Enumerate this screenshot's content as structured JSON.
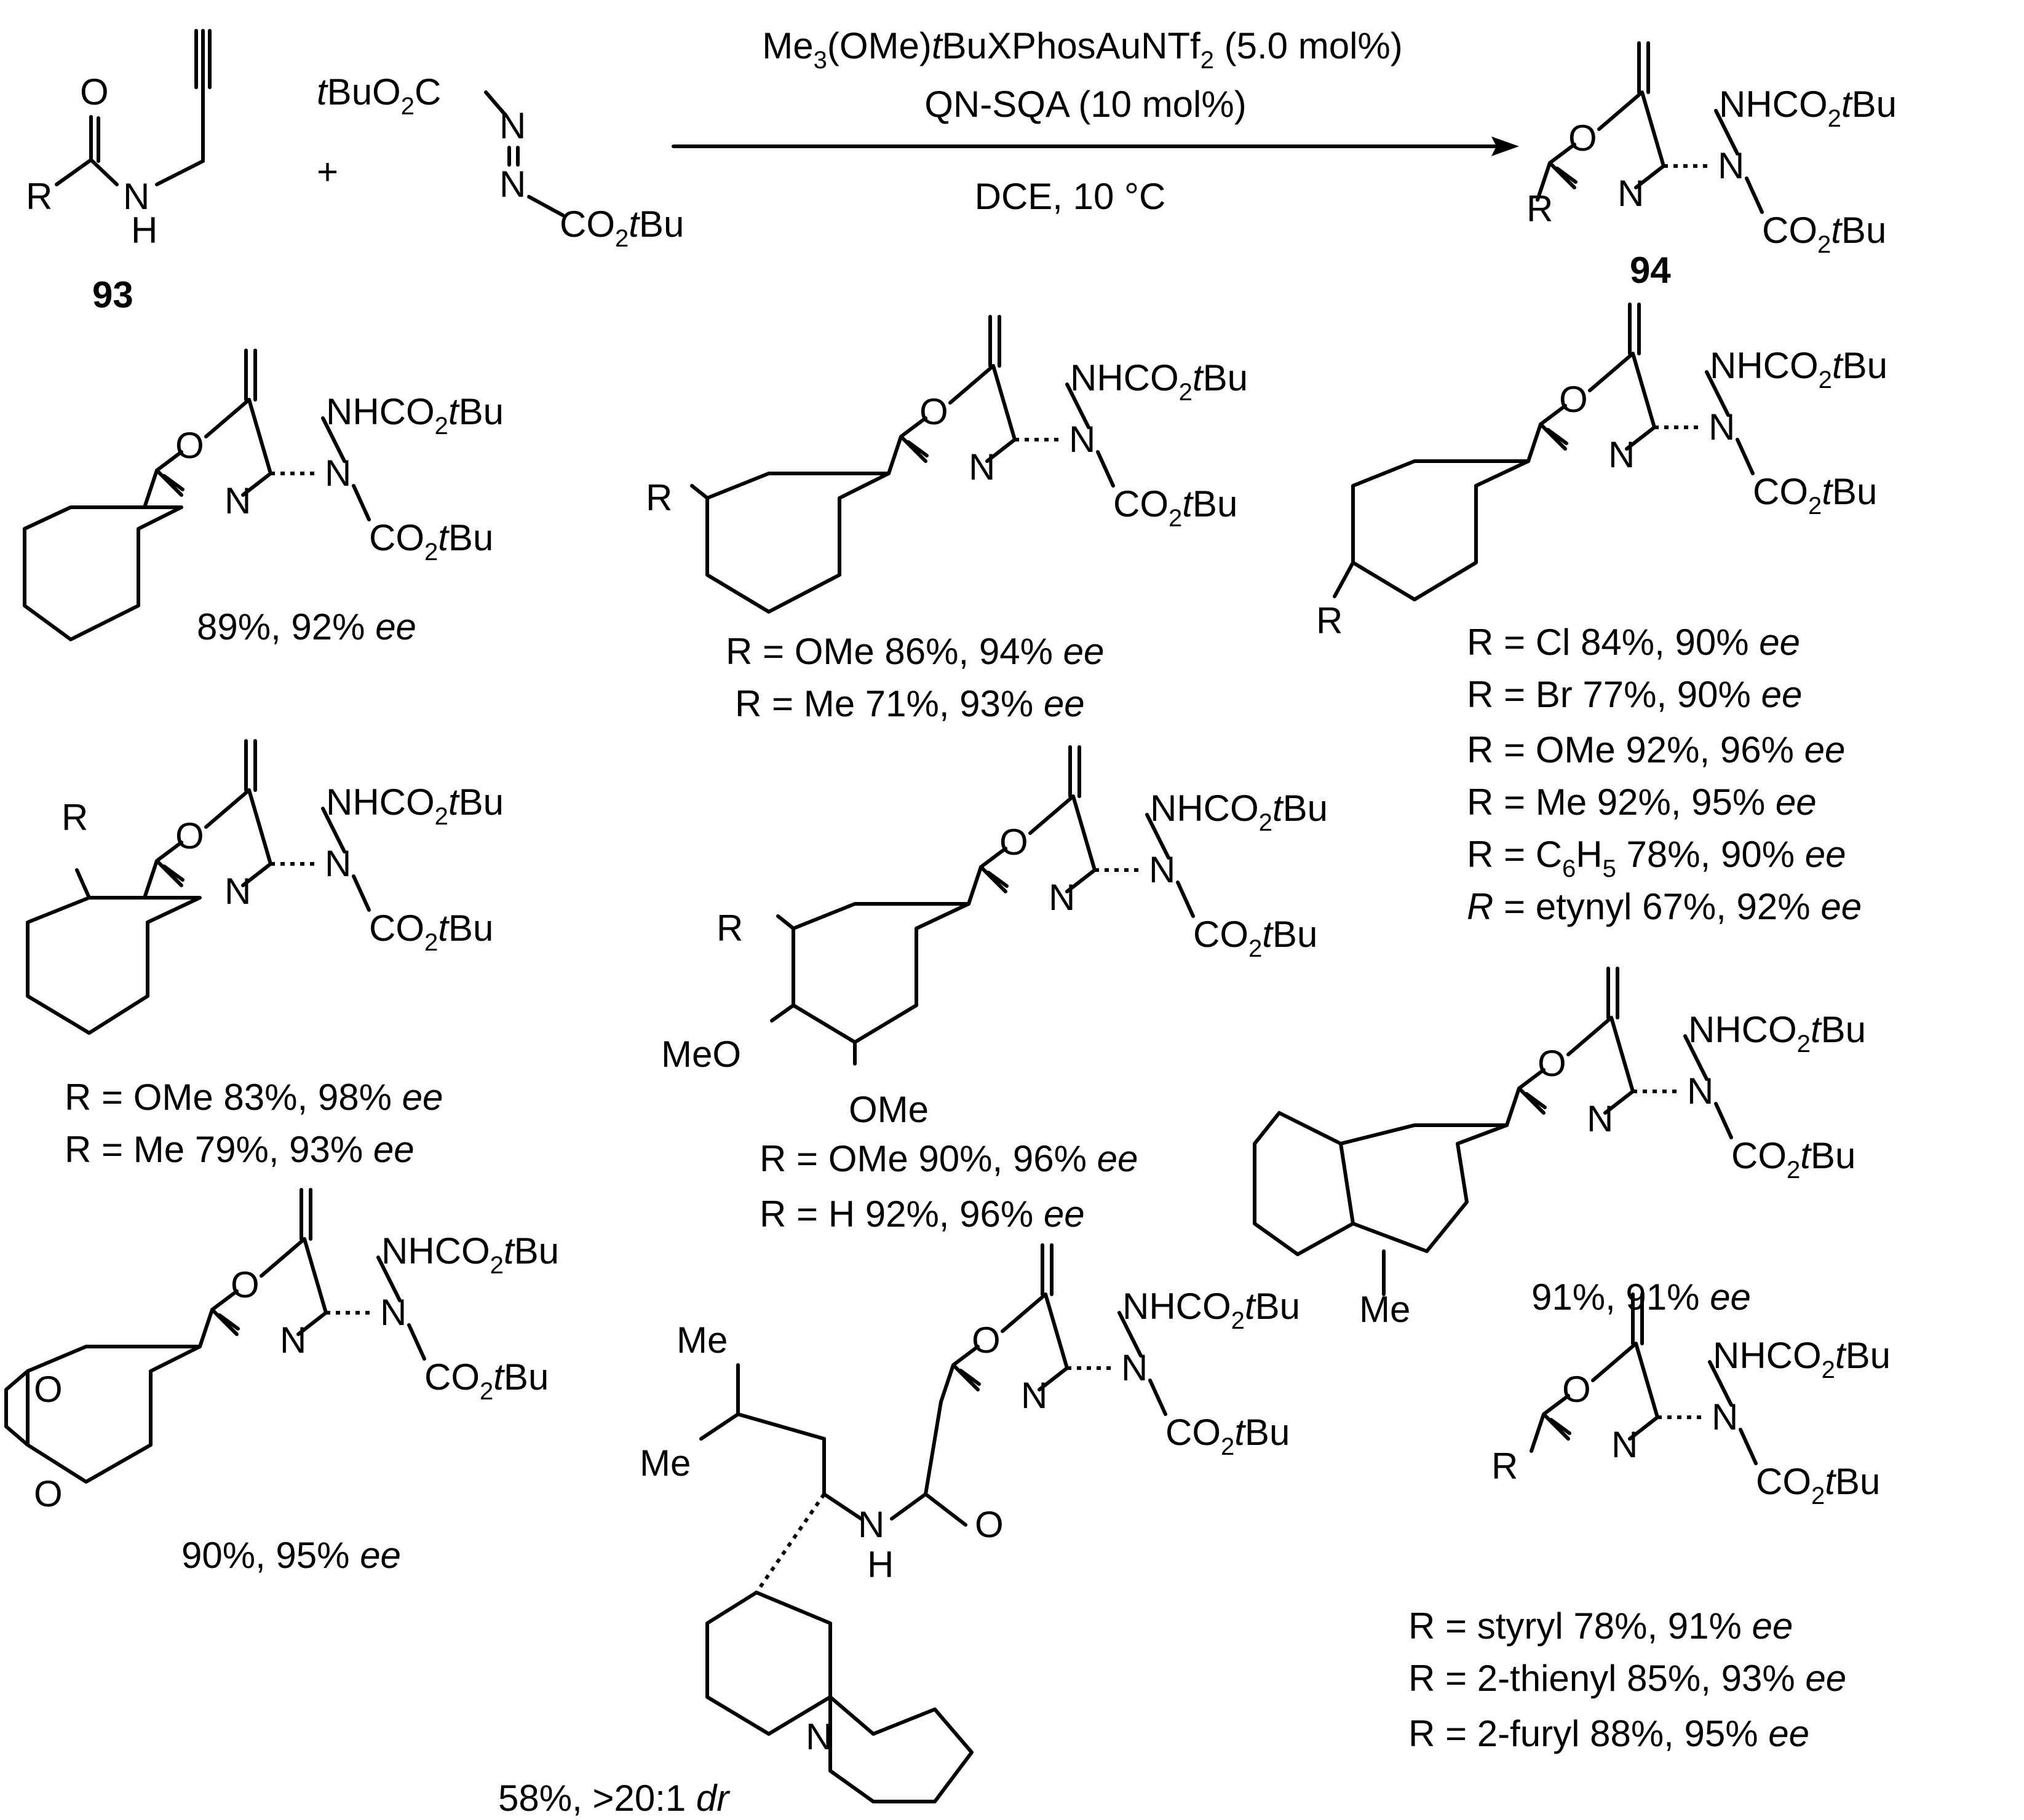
{
  "labels": {
    "O": "O",
    "N": "N",
    "H": "H",
    "R": "R",
    "NHBoc": [
      "NHCO",
      "2",
      "t",
      "Bu"
    ],
    "Boc": [
      "CO",
      "2",
      "t",
      "Bu"
    ],
    "BocTop": [
      "t",
      "BuO",
      "2",
      "C"
    ],
    "Me": "Me",
    "MeO": "MeO",
    "OMe": "OMe"
  },
  "compounds": {
    "sm": "93",
    "product": "94"
  },
  "reaction": {
    "plus": "+",
    "catalyst": [
      "Me",
      "3",
      "(OMe)",
      "t",
      "BuXPhosAuNTf",
      "2",
      " (5.0 mol%)"
    ],
    "cocatalyst": "QN-SQA (10 mol%)",
    "conditions": "DCE, 10 °C"
  },
  "yields": {
    "phenyl": [
      "89%, 92% ",
      "ee"
    ],
    "meta": [
      [
        "R = OMe 86%, 94% ",
        "ee"
      ],
      [
        "R = Me 71%, 93% ",
        "ee"
      ]
    ],
    "para": [
      [
        "R = Cl 84%, 90% ",
        "ee"
      ],
      [
        "R = Br 77%, 90% ",
        "ee"
      ],
      [
        "R = OMe 92%, 96% ",
        "ee"
      ],
      [
        "R = Me 92%, 95% ",
        "ee"
      ],
      [
        "R = C",
        "6",
        "H",
        "5",
        " 78%, 90% ",
        "ee"
      ],
      [
        "R",
        " = etynyl 67%, 92% ",
        "ee"
      ]
    ],
    "ortho": [
      [
        "R = OMe 83%, 98% ",
        "ee"
      ],
      [
        "R = Me 79%, 93% ",
        "ee"
      ]
    ],
    "trimethoxy": [
      [
        "R = OMe 90%, 96% ",
        "ee"
      ],
      [
        "R = H 92%, 96% ",
        "ee"
      ]
    ],
    "indene": [
      "91%, 91% ",
      "ee"
    ],
    "benzodioxole": [
      "90%, 95% ",
      "ee"
    ],
    "peptide": [
      "58%, >20:1 ",
      "dr"
    ],
    "hetero": [
      [
        "R = styryl 78%, 91% ",
        "ee"
      ],
      [
        "R = 2-thienyl 85%, 93% ",
        "ee"
      ],
      [
        "R = 2-furyl 88%, 95% ",
        "ee"
      ]
    ]
  }
}
